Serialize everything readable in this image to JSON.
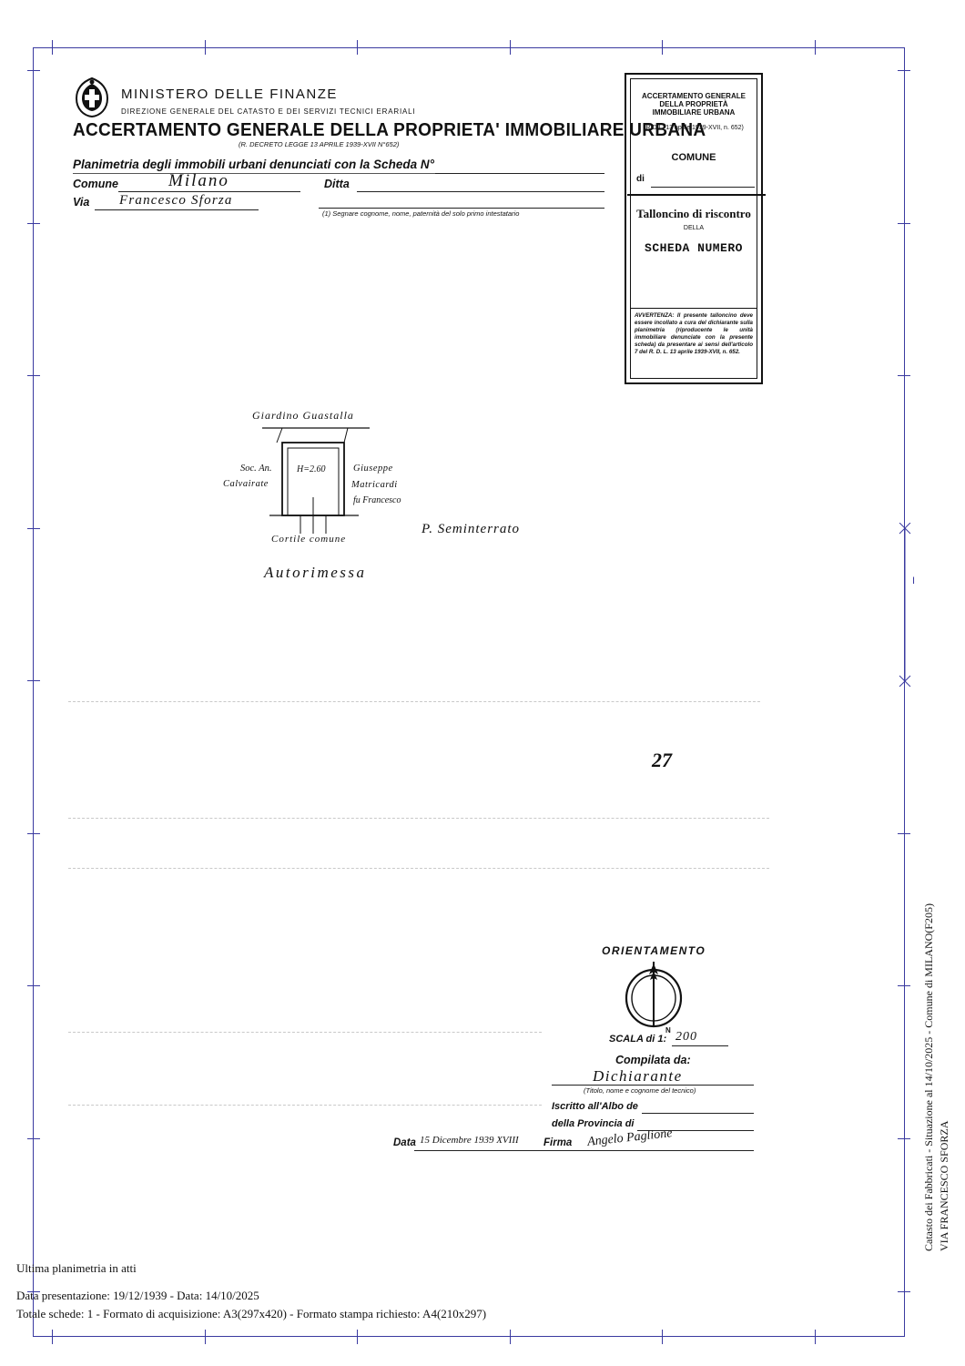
{
  "header": {
    "ministry": "MINISTERO DELLE FINANZE",
    "direction": "DIREZIONE GENERALE DEL CATASTO E DEI SERVIZI TECNICI ERARIALI",
    "main_title": "ACCERTAMENTO GENERALE DELLA PROPRIETA' IMMOBILIARE URBANA",
    "decree": "(R. DECRETO LEGGE 13 APRILE 1939-XVII N°652)"
  },
  "form": {
    "planimetria_label": "Planimetria degli immobili urbani denunciati con la Scheda N°",
    "comune_label": "Comune",
    "comune_value": "Milano",
    "ditta_label": "Ditta",
    "via_label": "Via",
    "via_value": "Francesco Sforza",
    "footnote": "(1) Segnare cognome, nome, paternità del solo primo intestatario"
  },
  "card": {
    "title": "ACCERTAMENTO GENERALE DELLA PROPRIETÀ IMMOBILIARE URBANA",
    "rdl": "(R.D.L. 13 aprile 1939-XVII, n. 652)",
    "comune": "COMUNE",
    "di": "di",
    "talloncino": "Talloncino di riscontro",
    "della": "DELLA",
    "scheda": "SCHEDA NUMERO",
    "avvertenza": "AVVERTENZA: Il presente talloncino deve essere incollato a cura del dichiarante sulla planimetria (riproducente le unità immobiliare denunciate con la presente scheda) da presentare ai sensi dell'articolo 7 del R. D. L. 13 aprile 1939-XVII, n. 652."
  },
  "plan": {
    "north": "Giardino Guastalla",
    "west1": "Soc. An.",
    "west2": "Calvairate",
    "height": "H=2.60",
    "east1": "Giuseppe",
    "east2": "Matricardi",
    "east3": "fu Francesco",
    "south": "Cortile comune",
    "floor": "P. Seminterrato",
    "use": "Autorimessa"
  },
  "page_mark": "27",
  "bottom": {
    "orientamento": "ORIENTAMENTO",
    "north_letter": "N",
    "scala_label": "SCALA di 1:",
    "scala_value": "200",
    "compilata": "Compilata da:",
    "compiler": "Dichiarante",
    "compiler_caption": "(Titolo, nome e cognome del tecnico)",
    "iscritto": "Iscritto all'Albo de",
    "provincia": "della Provincia di",
    "data_label": "Data",
    "data_value": "15 Dicembre 1939 XVIII",
    "firma_label": "Firma",
    "firma_value": "Angelo Paglione"
  },
  "footer": {
    "line1": "Ultima planimetria in atti",
    "line2": "Data presentazione: 19/12/1939 - Data: 14/10/2025",
    "line3": "Totale schede: 1 - Formato di acquisizione: A3(297x420)  - Formato stampa richiesto: A4(210x297)"
  },
  "side": {
    "line1": "Catasto dei Fabbricati - Situazione al 14/10/2025 - Comune di MILANO(F205)",
    "line2": "VIA FRANCESCO SFORZA"
  },
  "margin_mark": "I"
}
